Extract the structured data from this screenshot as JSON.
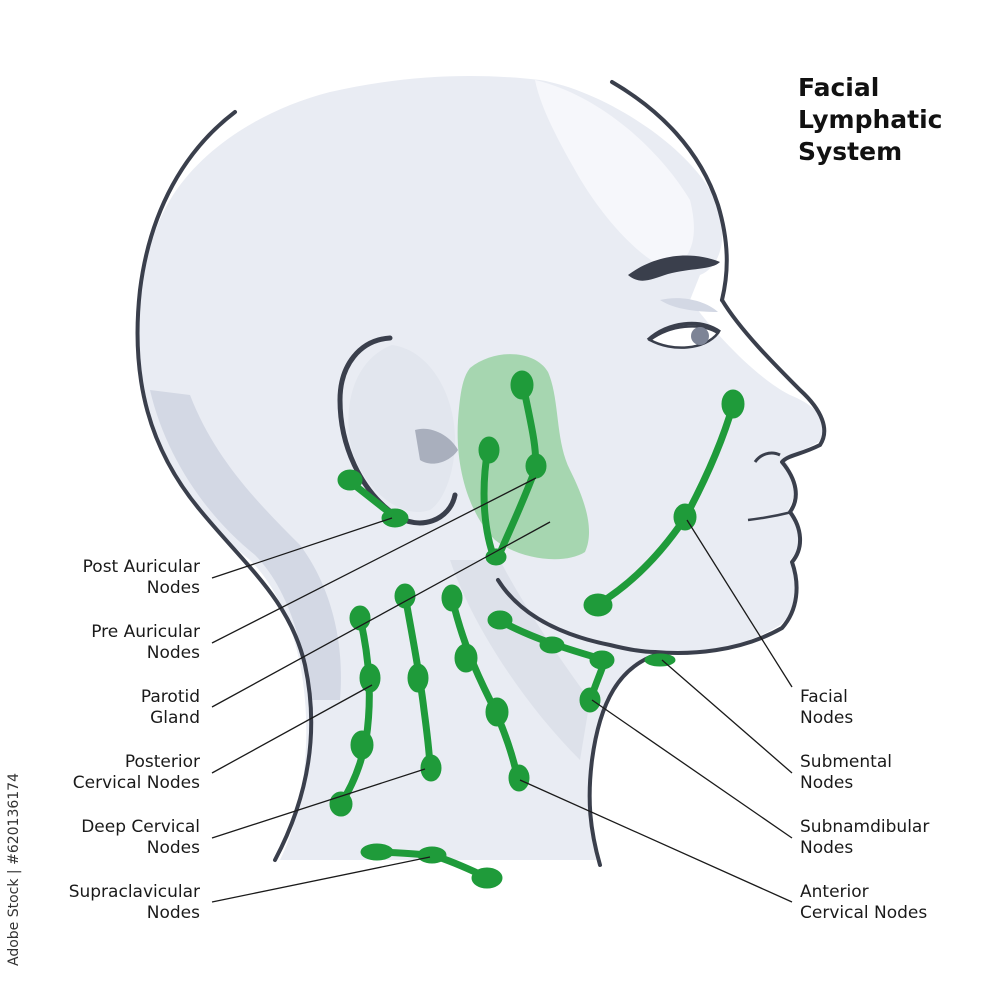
{
  "title": {
    "lines": [
      "Facial",
      "Lymphatic",
      "System"
    ]
  },
  "labels": {
    "post_auricular": [
      "Post Auricular",
      "Nodes"
    ],
    "pre_auricular": [
      "Pre Auricular",
      "Nodes"
    ],
    "parotid": [
      "Parotid",
      "Gland"
    ],
    "posterior_cervical": [
      "Posterior",
      "Cervical Nodes"
    ],
    "deep_cervical": [
      "Deep Cervical",
      "Nodes"
    ],
    "supraclavicular": [
      "Supraclavicular",
      "Nodes"
    ],
    "facial": [
      "Facial",
      "Nodes"
    ],
    "submental": [
      "Submental",
      "Nodes"
    ],
    "submandibular": [
      "Subnamdibular",
      "Nodes"
    ],
    "anterior_cervical": [
      "Anterior",
      "Cervical Nodes"
    ]
  },
  "watermark": "Adobe Stock | #620136174",
  "colors": {
    "node_green": "#1f9b3a",
    "gland_green": "#8fcf9a",
    "skin": "#e9ecf3",
    "skin_shadow": "#d3d8e4",
    "outline": "#3a3f4c"
  }
}
